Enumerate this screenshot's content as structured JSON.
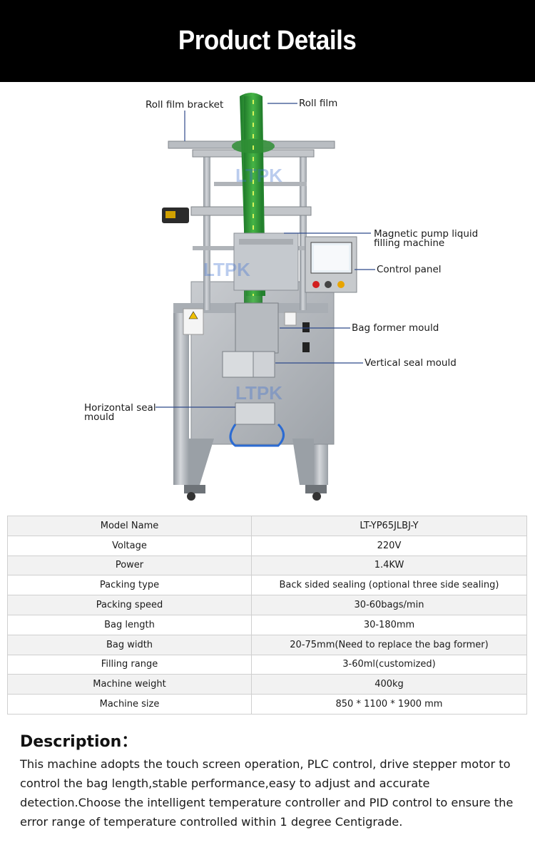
{
  "header": {
    "title": "Product Details"
  },
  "callouts": [
    {
      "id": "roll-film-bracket",
      "label": "Roll film bracket"
    },
    {
      "id": "roll-film",
      "label": "Roll film"
    },
    {
      "id": "magnetic-pump",
      "label": "Magnetic pump liquid filling machine"
    },
    {
      "id": "control-panel",
      "label": "Control panel"
    },
    {
      "id": "bag-former",
      "label": "Bag former mould"
    },
    {
      "id": "vertical-seal",
      "label": "Vertical seal mould"
    },
    {
      "id": "horizontal-seal",
      "label": "Horizontal seal mould"
    }
  ],
  "callout_lines": {
    "magnetic_1": "Magnetic pump liquid",
    "magnetic_2": "filling machine",
    "horizontal_1": "Horizontal seal",
    "horizontal_2": "mould"
  },
  "watermark": "LTPK",
  "specs": [
    {
      "key": "Model Name",
      "value": "LT-YP65JLBJ-Y"
    },
    {
      "key": "Voltage",
      "value": "220V"
    },
    {
      "key": "Power",
      "value": "1.4KW"
    },
    {
      "key": "Packing type",
      "value": "Back sided sealing (optional three side sealing)"
    },
    {
      "key": "Packing speed",
      "value": "30-60bags/min"
    },
    {
      "key": "Bag length",
      "value": "30-180mm"
    },
    {
      "key": "Bag width",
      "value": "20-75mm(Need to replace the bag former)"
    },
    {
      "key": "Filling range",
      "value": "3-60ml(customized)"
    },
    {
      "key": "Machine weight",
      "value": "400kg"
    },
    {
      "key": "Machine size",
      "value": "850 * 1100 * 1900 mm"
    }
  ],
  "description": {
    "title": "Description：",
    "text": "This machine adopts the touch screen operation, PLC control, drive stepper motor to control the bag length,stable performance,easy to adjust and accurate detection.Choose the intelligent temperature controller and PID control to ensure the error range of temperature controlled within 1 degree Centigrade."
  },
  "colors": {
    "header_bg": "#000000",
    "header_text": "#ffffff",
    "callout_line": "#2f4a8a",
    "film_green": "#3aa83a",
    "steel": "#b8bcc2",
    "table_border": "#cfcfcf",
    "row_alt": "#f2f2f2"
  }
}
